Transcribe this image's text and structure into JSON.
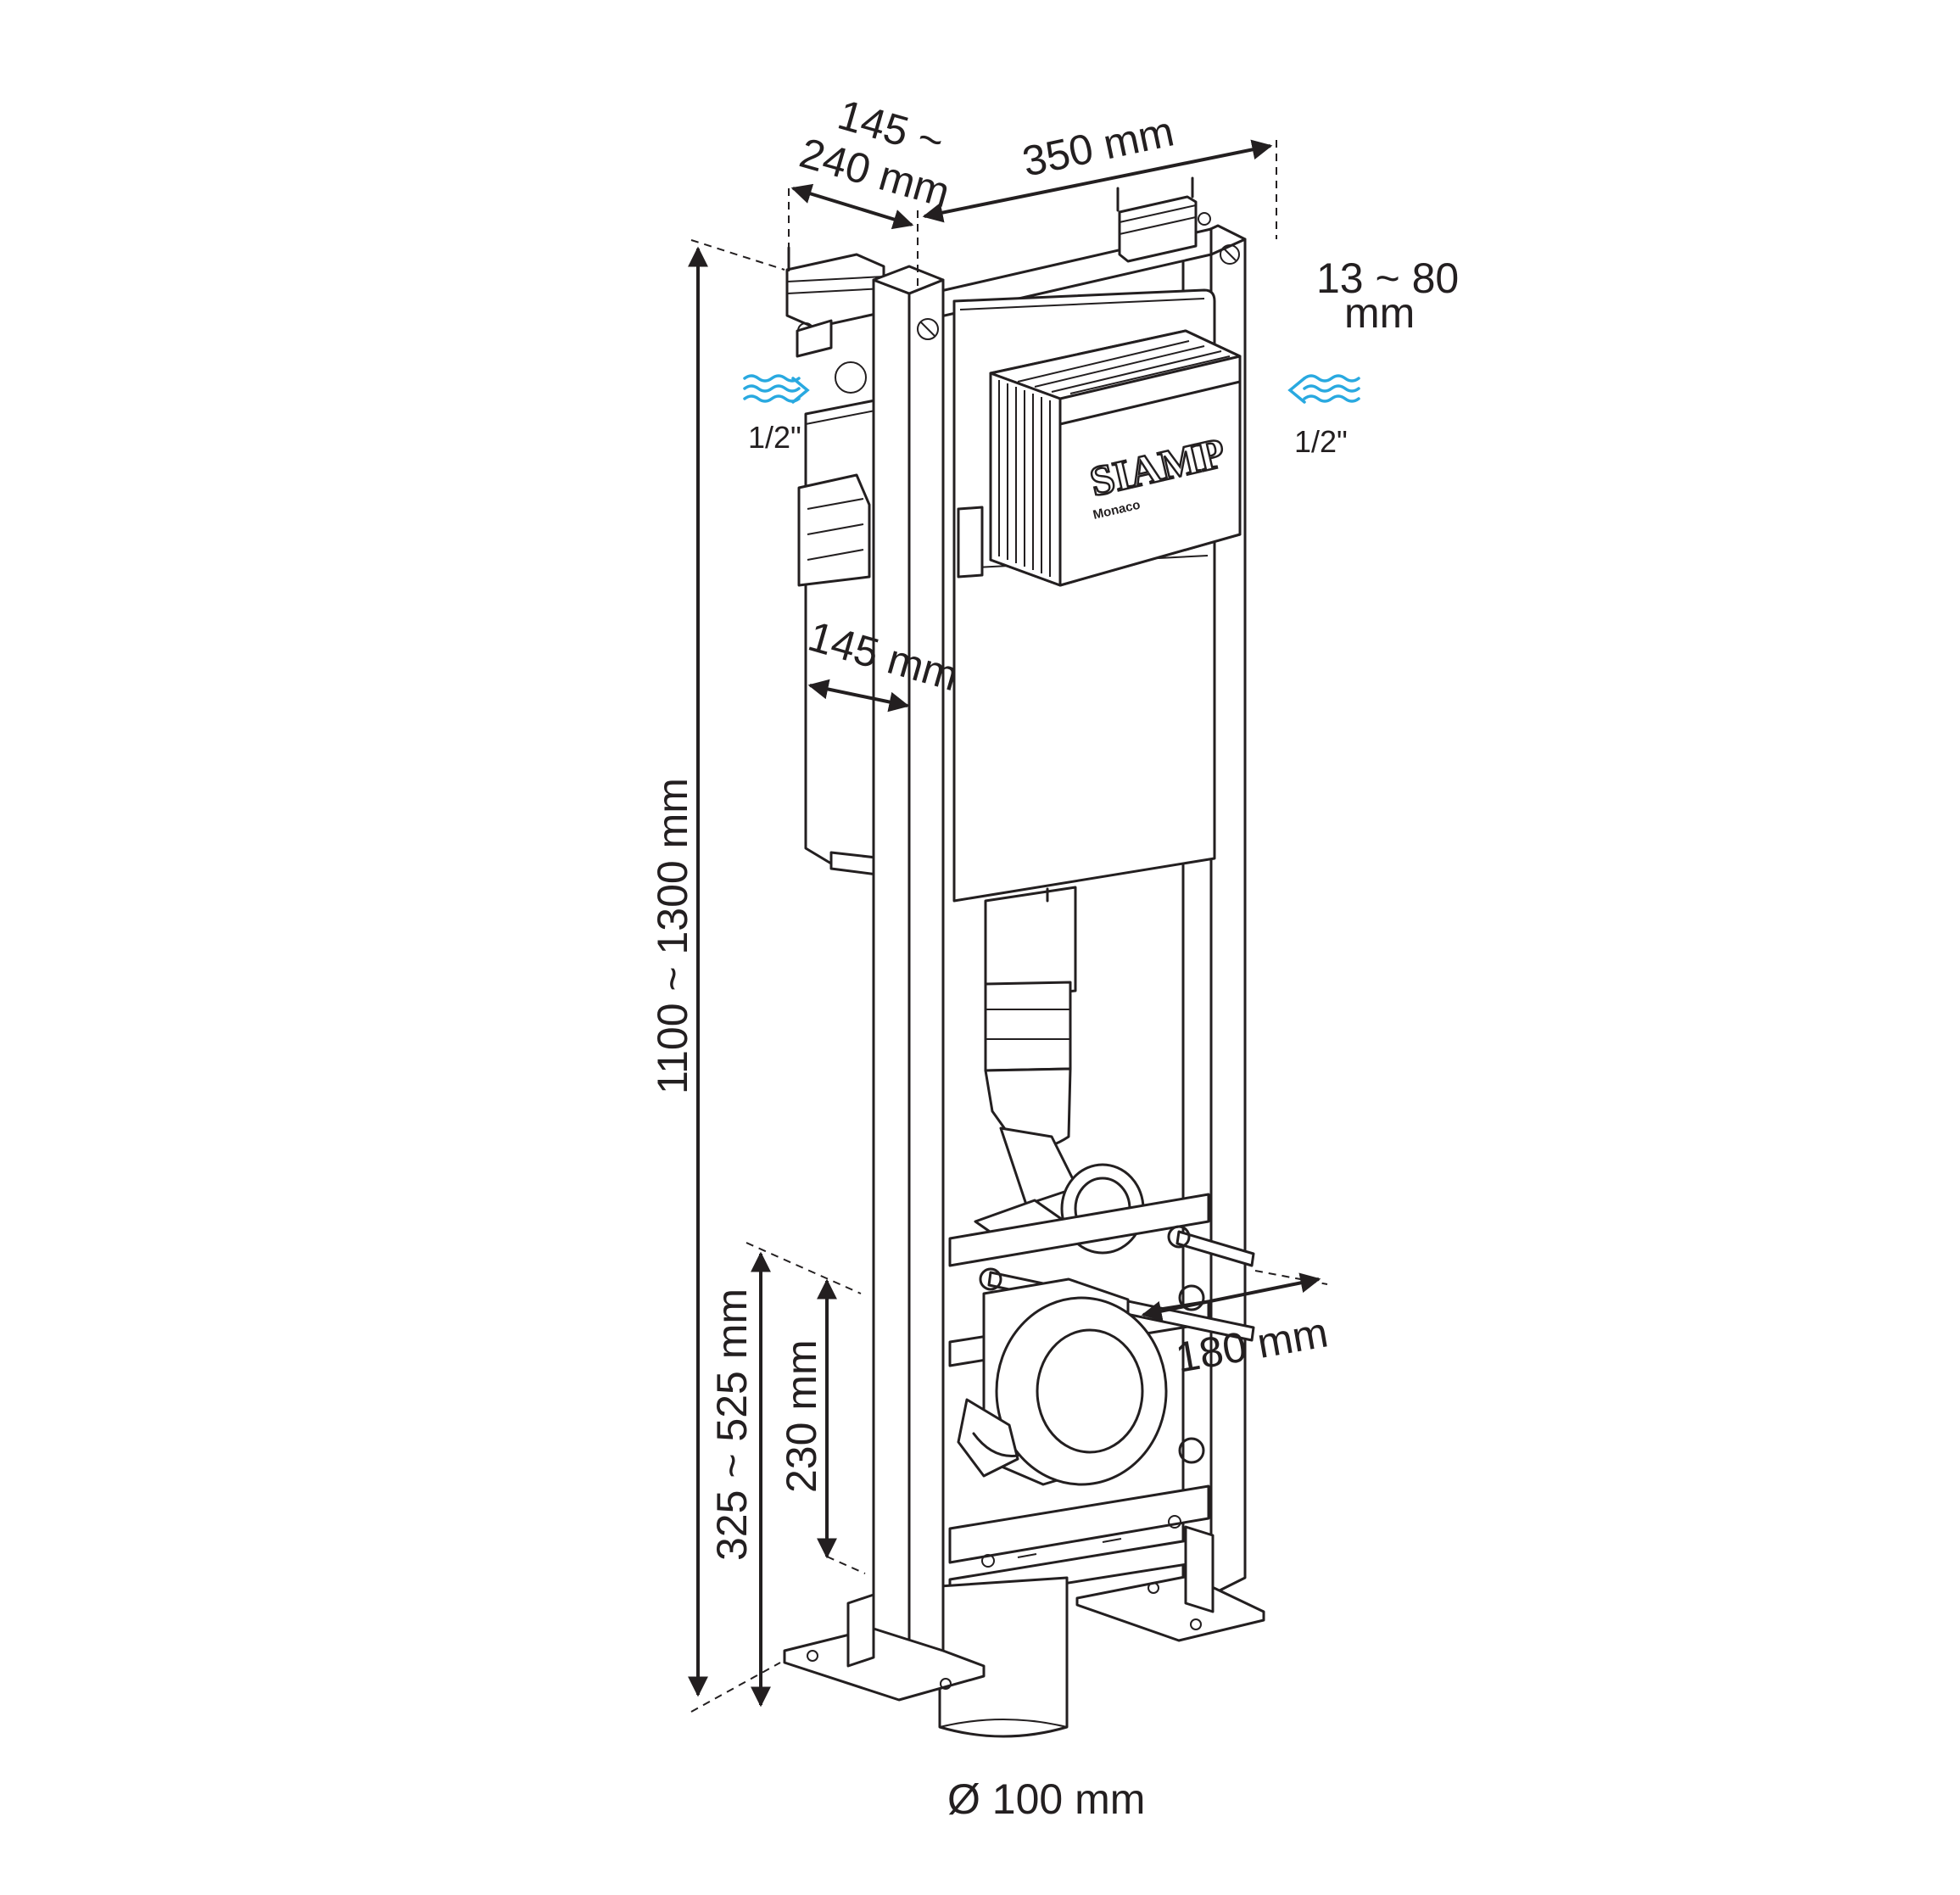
{
  "dimensions": {
    "frame_depth": "145 ~\n240 mm",
    "frame_depth_line1": "145 ~",
    "frame_depth_line2": "240 mm",
    "frame_width": "350 mm",
    "wall_distance_line1": "13 ~ 80",
    "wall_distance_line2": "mm",
    "cistern_depth": "145 mm",
    "total_height": "1100 ~ 1300 mm",
    "outlet_height_range": "325 ~ 525 mm",
    "outlet_height": "230 mm",
    "bolt_spacing": "180 mm",
    "drain_diameter": "Ø 100 mm"
  },
  "water_inlets": {
    "left": "1/2\"",
    "right": "1/2\""
  },
  "brand": {
    "name": "SIAMP",
    "model": "Monaco"
  },
  "colors": {
    "line": "#231f20",
    "water_arrow": "#29a9e0",
    "background": "#ffffff"
  }
}
